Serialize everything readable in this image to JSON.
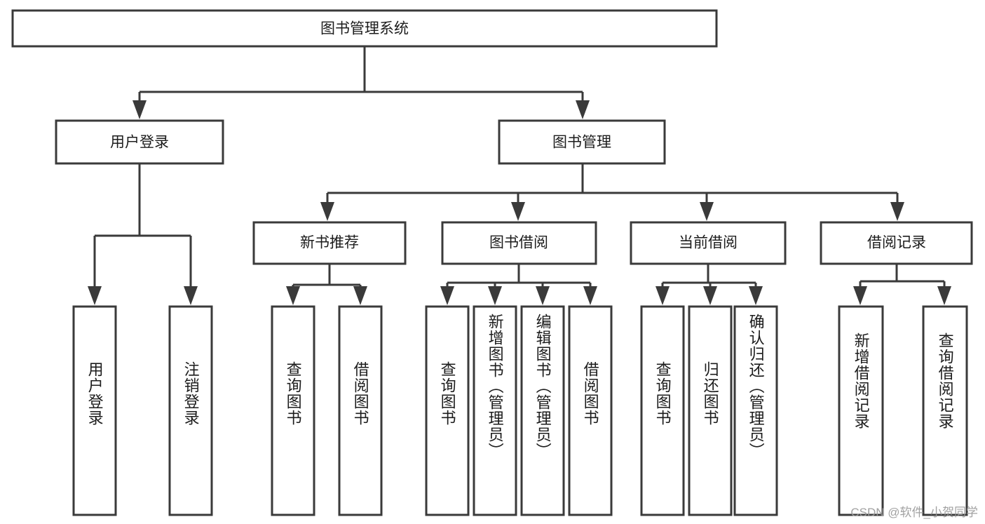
{
  "diagram": {
    "title": "图书管理系统",
    "type": "tree",
    "root": {
      "id": "root",
      "label": "图书管理系统",
      "orientation": "horizontal"
    },
    "level1": [
      {
        "id": "user-login",
        "label": "用户登录",
        "orientation": "horizontal"
      },
      {
        "id": "book-manage",
        "label": "图书管理",
        "orientation": "horizontal"
      }
    ],
    "level2": [
      {
        "id": "new-book-recommend",
        "label": "新书推荐",
        "orientation": "horizontal",
        "parent": "book-manage"
      },
      {
        "id": "book-borrow",
        "label": "图书借阅",
        "orientation": "horizontal",
        "parent": "book-manage"
      },
      {
        "id": "current-borrow",
        "label": "当前借阅",
        "orientation": "horizontal",
        "parent": "book-manage"
      },
      {
        "id": "borrow-record",
        "label": "借阅记录",
        "orientation": "horizontal",
        "parent": "book-manage"
      }
    ],
    "leaves": [
      {
        "id": "leaf-user-login",
        "label": "用户登录",
        "orientation": "vertical",
        "parent": "user-login"
      },
      {
        "id": "leaf-logout-login",
        "label": "注销登录",
        "orientation": "vertical",
        "parent": "user-login"
      },
      {
        "id": "leaf-query-book-1",
        "label": "查询图书",
        "orientation": "vertical",
        "parent": "new-book-recommend"
      },
      {
        "id": "leaf-borrow-book-1",
        "label": "借阅图书",
        "orientation": "vertical",
        "parent": "new-book-recommend"
      },
      {
        "id": "leaf-query-book-2",
        "label": "查询图书",
        "orientation": "vertical",
        "parent": "book-borrow"
      },
      {
        "id": "leaf-add-book",
        "label": "新增图书（管理员）",
        "orientation": "vertical",
        "parent": "book-borrow"
      },
      {
        "id": "leaf-edit-book",
        "label": "编辑图书（管理员）",
        "orientation": "vertical",
        "parent": "book-borrow"
      },
      {
        "id": "leaf-borrow-book-2",
        "label": "借阅图书",
        "orientation": "vertical",
        "parent": "book-borrow"
      },
      {
        "id": "leaf-query-book-3",
        "label": "查询图书",
        "orientation": "vertical",
        "parent": "current-borrow"
      },
      {
        "id": "leaf-return-book",
        "label": "归还图书",
        "orientation": "vertical",
        "parent": "current-borrow"
      },
      {
        "id": "leaf-confirm-return",
        "label": "确认归还（管理员）",
        "orientation": "vertical",
        "parent": "current-borrow"
      },
      {
        "id": "leaf-add-record",
        "label": "新增借阅记录",
        "orientation": "vertical",
        "parent": "borrow-record"
      },
      {
        "id": "leaf-query-record",
        "label": "查询借阅记录",
        "orientation": "vertical",
        "parent": "borrow-record"
      }
    ],
    "colors": {
      "box_stroke": "#3a3a3a",
      "box_fill": "#ffffff",
      "text": "#1c1c1c",
      "background": "#ffffff",
      "watermark": "#9a9a9a"
    }
  },
  "watermark": {
    "text": "CSDN @软件_小贺同学"
  }
}
